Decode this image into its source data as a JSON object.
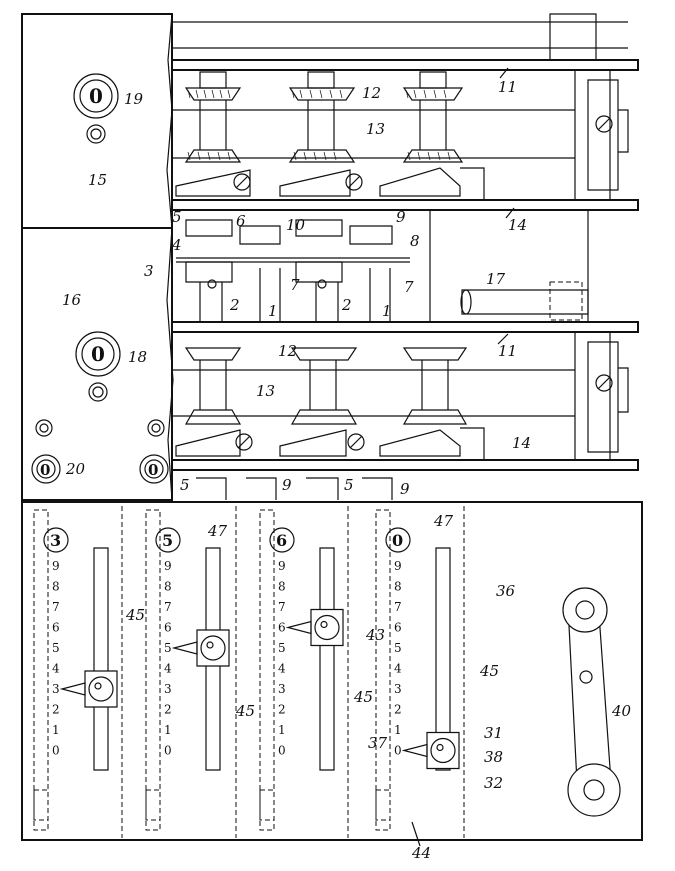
{
  "figure": {
    "plates": {
      "upper_left": "15",
      "lower_left": "16",
      "front_plate": "36"
    },
    "dials": {
      "top": {
        "digit": "0",
        "ref": "19"
      },
      "middle": {
        "digit": "0",
        "ref": "18"
      },
      "bottom_left": {
        "digit": "0",
        "ref": "20"
      },
      "bottom_right": {
        "digit": "0"
      }
    },
    "gear_labels": {
      "bevel_top": "12",
      "bevel_bottom": "12",
      "shaft_top": "13",
      "shaft_bottom": "13",
      "rail_top": "11",
      "rail_bottom": "11",
      "frame_mid": "14",
      "frame_low": "14",
      "slot": "17"
    },
    "mid_labels": [
      "5",
      "6",
      "10",
      "9",
      "8",
      "4",
      "3",
      "7",
      "7",
      "2",
      "1",
      "2",
      "1"
    ],
    "lower_gear_labels": [
      "5",
      "9",
      "5",
      "9"
    ],
    "columns": [
      {
        "top_digit": "3",
        "selected": "3"
      },
      {
        "top_digit": "5",
        "selected": "5"
      },
      {
        "top_digit": "6",
        "selected": "6"
      },
      {
        "top_digit": "0",
        "selected": "0"
      }
    ],
    "scale_digits": [
      "9",
      "8",
      "7",
      "6",
      "5",
      "4",
      "3",
      "2",
      "1",
      "0"
    ],
    "column_labels": {
      "slot": "45",
      "window": "47",
      "indicator": "43",
      "pointer": "37",
      "knob": "31",
      "knob_ring": "38",
      "knob_base": "32",
      "bottom": "44",
      "lever": "40"
    }
  }
}
